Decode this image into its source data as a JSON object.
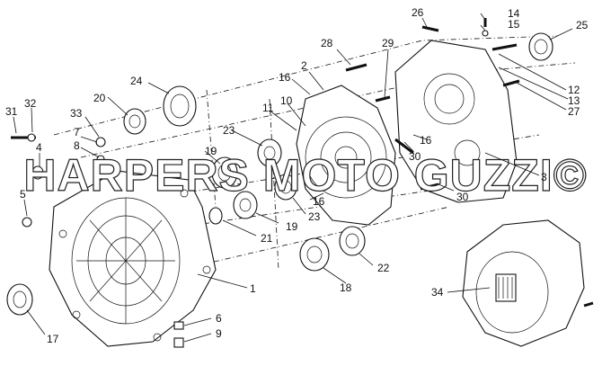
{
  "watermark": "HARPERS MOTO GUZZI©",
  "callouts": [
    "1",
    "2",
    "3",
    "4",
    "5",
    "6",
    "7",
    "8",
    "9",
    "10",
    "11",
    "12",
    "13",
    "14",
    "15",
    "16",
    "16",
    "16",
    "17",
    "18",
    "19",
    "19",
    "20",
    "21",
    "22",
    "23",
    "23",
    "24",
    "25",
    "26",
    "27",
    "28",
    "29",
    "30",
    "30",
    "31",
    "32",
    "33",
    "34"
  ]
}
